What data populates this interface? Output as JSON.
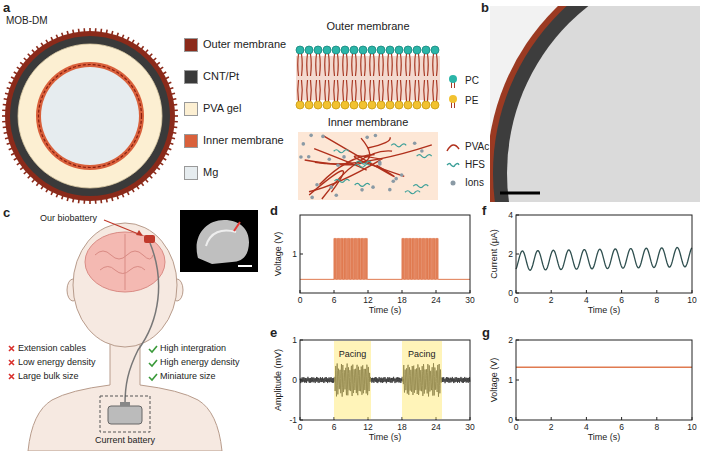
{
  "diagram": {
    "nodes": [
      {
        "text": [
          "Pacing"
        ]
      },
      {
        "text": [
          "Pacing"
        ]
      }
    ],
    "labels": [
      "a",
      "MOB-DM",
      "Outer membrane",
      "Inner membrane",
      "b",
      "c",
      "Our biobattery",
      "Extension cables",
      "Low energy density",
      "Large bulk size",
      "High intergration",
      "High energy density",
      "Miniature size",
      "Current battery",
      "d",
      "1",
      "0",
      "6",
      "12",
      "18",
      "24",
      "30",
      "Time (s)",
      "Voltage (V)",
      "e",
      "1",
      "0",
      "-1",
      "0",
      "6",
      "12",
      "18",
      "24",
      "30",
      "Time (s)",
      "Amplitude (mV)",
      "f",
      "0",
      "2",
      "4",
      "0",
      "2",
      "4",
      "6",
      "8",
      "10",
      "Time (s)",
      "Current (μA)",
      "g",
      "0",
      "1",
      "2",
      "0",
      "2",
      "4",
      "6",
      "8",
      "10",
      "Time (s)",
      "Voltage (V)"
    ],
    "legend": [
      {
        "text": "Outer membrane",
        "color": "#8b2a1a"
      },
      {
        "text": "CNT/Pt",
        "color": "#3a3a3a"
      },
      {
        "text": "PVA gel",
        "color": "#fcefd2"
      },
      {
        "text": "Inner membrane",
        "color": "#d9603b"
      },
      {
        "text": "Mg",
        "color": "#e6ecef"
      },
      {
        "text": "PC"
      },
      {
        "text": "PE"
      },
      {
        "text": "PVAc"
      },
      {
        "text": "HFS"
      },
      {
        "text": "Ions"
      }
    ]
  }
}
